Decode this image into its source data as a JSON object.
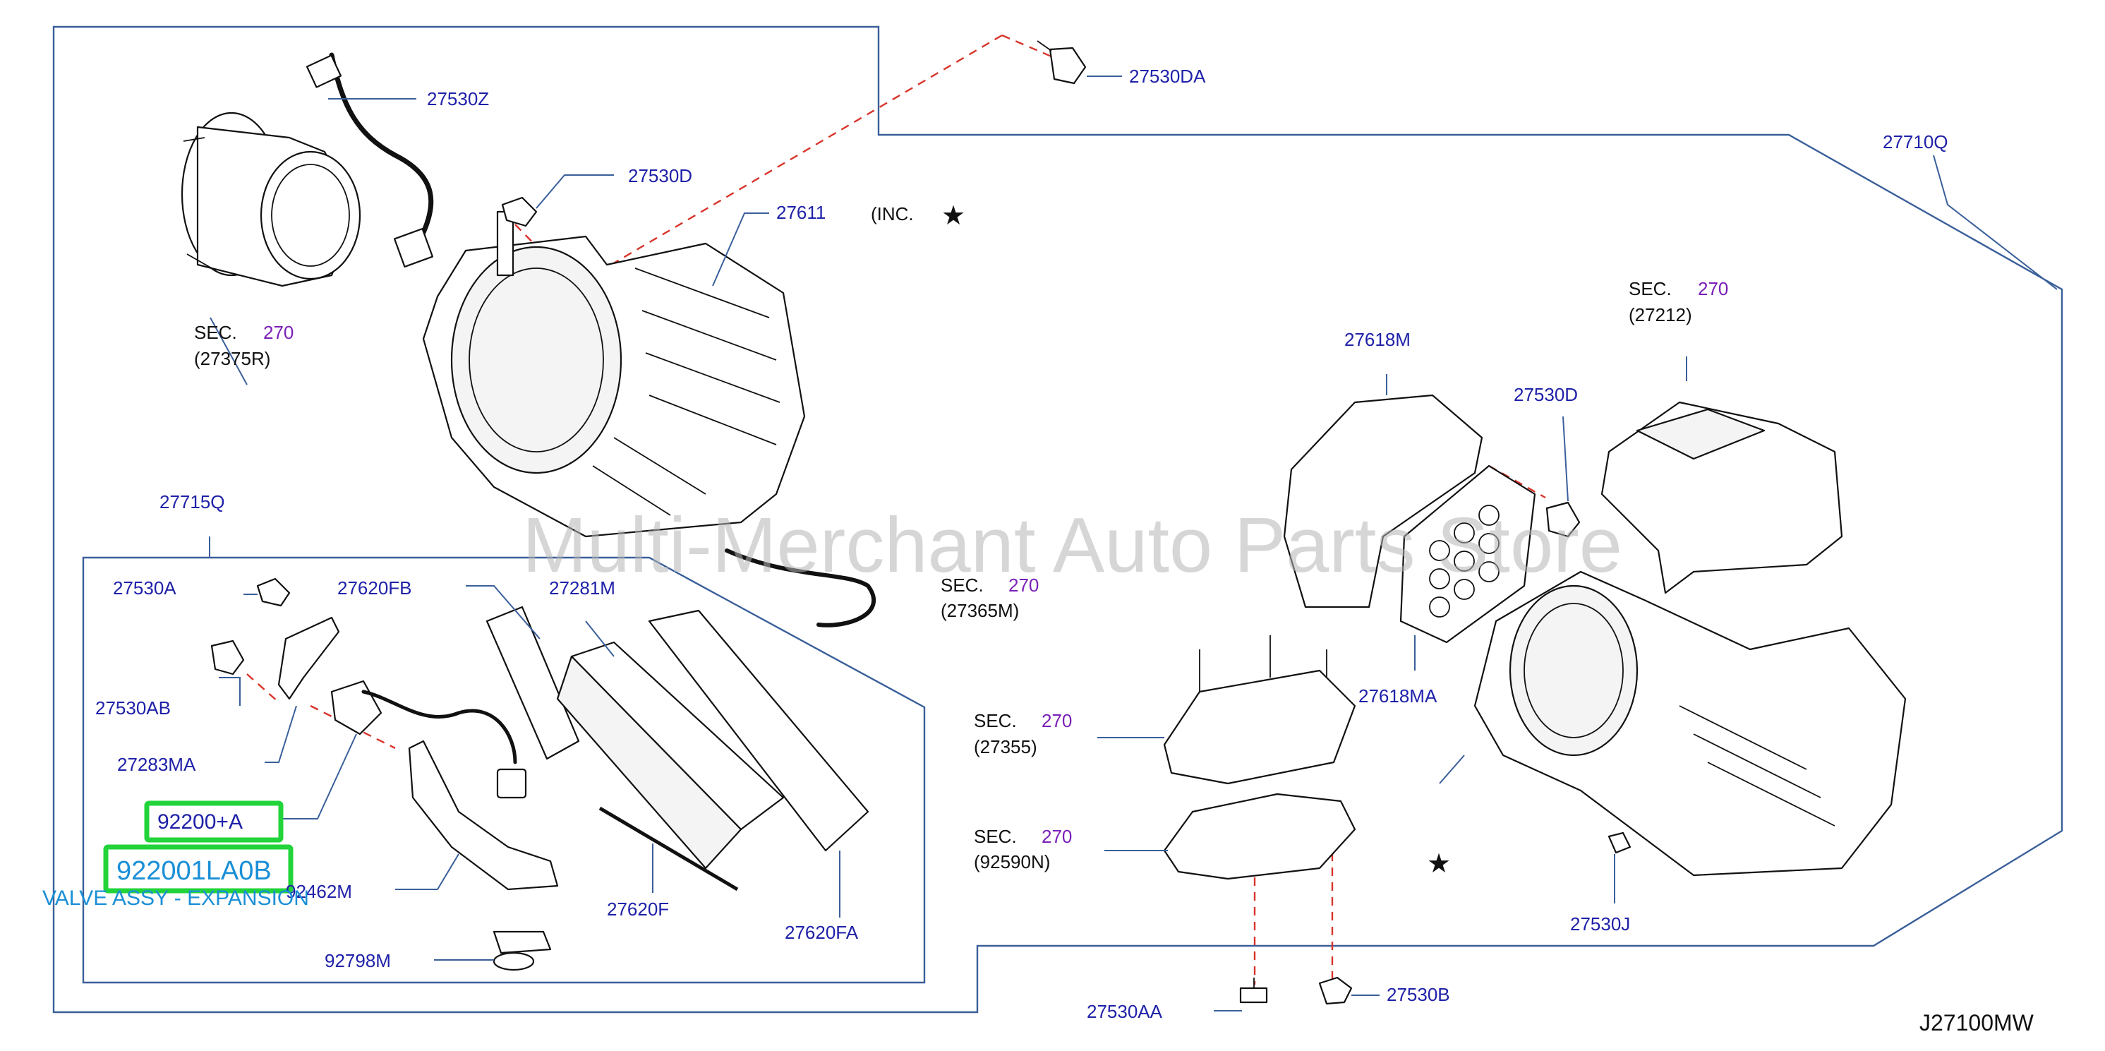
{
  "watermark": "Multi-Merchant Auto Parts Store",
  "diagram_code": "J27100MW",
  "labels": {
    "p27530Z": "27530Z",
    "p27530DA": "27530DA",
    "p27530D_top": "27530D",
    "p27611": "27611",
    "inc": "(INC.",
    "p27710Q": "27710Q",
    "p27715Q": "27715Q",
    "p27530A": "27530A",
    "p27620FB": "27620FB",
    "p27281M": "27281M",
    "p27530AB": "27530AB",
    "p27283MA": "27283MA",
    "p92462M": "92462M",
    "p92798M": "92798M",
    "p27620F": "27620F",
    "p27620FA": "27620FA",
    "p27618M": "27618M",
    "p27530D_right": "27530D",
    "p27618MA": "27618MA",
    "p27530J": "27530J",
    "p27530AA": "27530AA",
    "p27530B": "27530B"
  },
  "sec_refs": [
    {
      "word": "SEC.",
      "num": "270",
      "ref": "(27375R)"
    },
    {
      "word": "SEC.",
      "num": "270",
      "ref": "(27212)"
    },
    {
      "word": "SEC.",
      "num": "270",
      "ref": "(27365M)"
    },
    {
      "word": "SEC.",
      "num": "270",
      "ref": "(27355)"
    },
    {
      "word": "SEC.",
      "num": "270",
      "ref": "(92590N)"
    }
  ],
  "highlight": {
    "small_label": "92200+A",
    "part_number": "922001LA0B",
    "description": "VALVE ASSY - EXPANSION"
  },
  "colors": {
    "label_blue": "#1f21a8",
    "sec_purple": "#7a1fb8",
    "frame_blue": "#3a5f9a",
    "dash_red": "#d8342a",
    "highlight_green": "#22d43a",
    "desc_blue": "#1a8fd6"
  },
  "icons": [
    "star-icon"
  ]
}
